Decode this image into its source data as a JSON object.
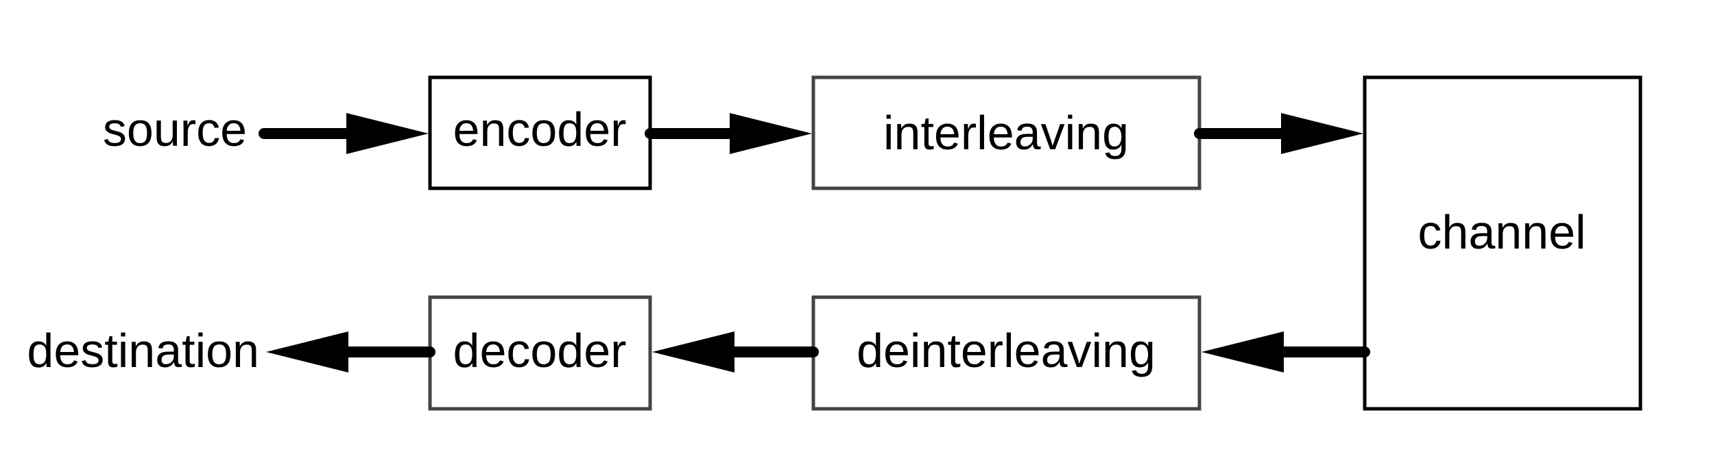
{
  "diagram": {
    "source": "source",
    "destination": "destination",
    "encoder": "encoder",
    "interleaving": "interleaving",
    "channel": "channel",
    "decoder": "decoder",
    "deinterleaving": "deinterleaving"
  },
  "colors": {
    "stroke": "#000000",
    "background": "#ffffff"
  }
}
